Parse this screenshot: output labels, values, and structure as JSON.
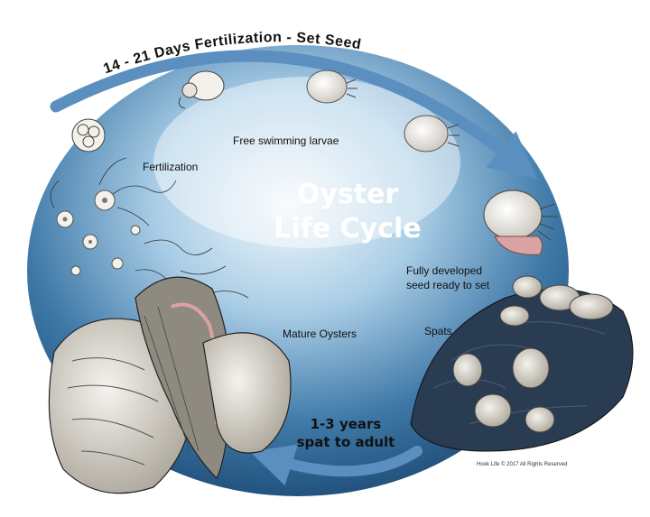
{
  "title": {
    "line1": "Oyster",
    "line2": "Life Cycle"
  },
  "top_arc_label": "14 - 21 Days Fertilization - Set Seed",
  "stages": {
    "fertilization": "Fertilization",
    "free_swimming_larvae": "Free swimming larvae",
    "fully_developed_line1": "Fully developed",
    "fully_developed_line2": "seed ready to set",
    "spats": "Spats",
    "mature_oysters": "Mature Oysters"
  },
  "bottom_arc_label": {
    "line1": "1-3 years",
    "line2": "spat to adult"
  },
  "credit": "Hook Life © 2017 All Rights Reserved",
  "colors": {
    "arrow": "#5b8fbf",
    "water_light": "#e8f3fa",
    "water_dark": "#1f4f7a",
    "shell": "#b9b3a6",
    "shell_pink": "#d9a3a3"
  }
}
